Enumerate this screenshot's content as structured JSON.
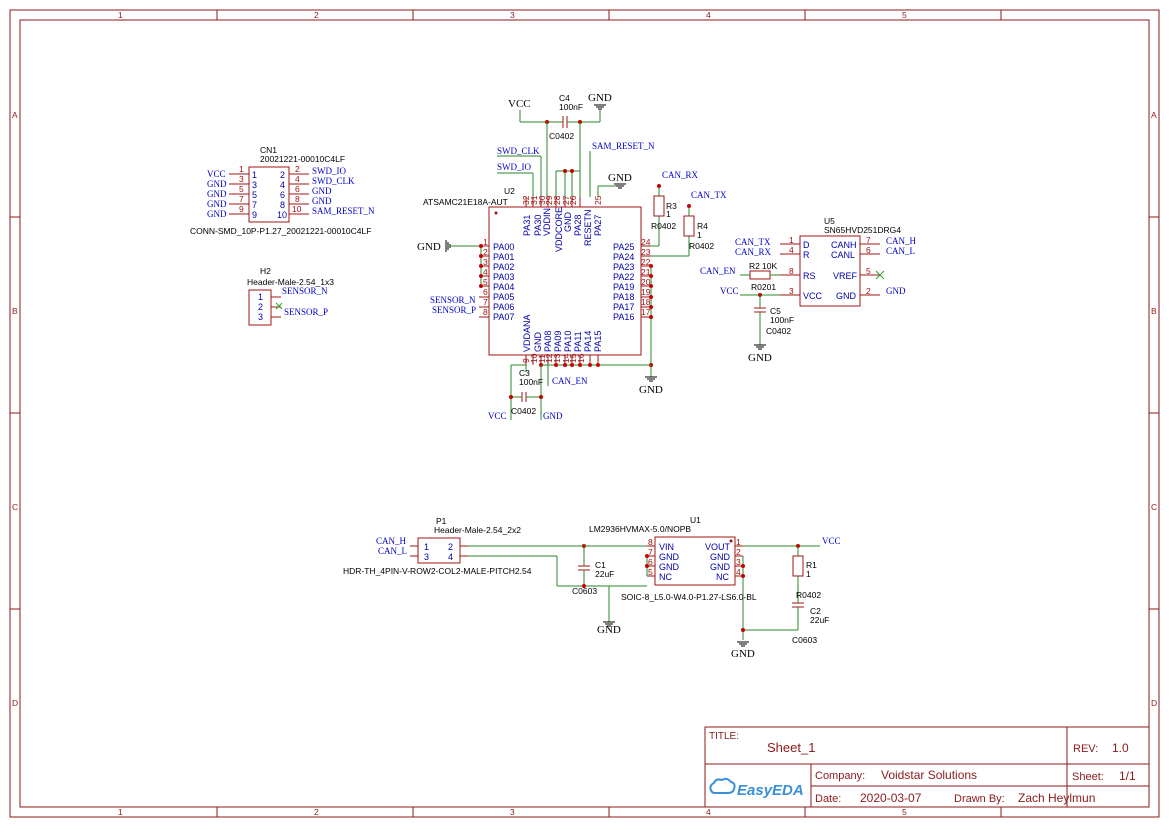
{
  "zones": {
    "columns": [
      "1",
      "2",
      "3",
      "4",
      "5"
    ],
    "rows": [
      "A",
      "B",
      "C",
      "D"
    ]
  },
  "title_block": {
    "title_label": "TITLE:",
    "title": "Sheet_1",
    "rev_label": "REV:",
    "rev": "1.0",
    "company_label": "Company:",
    "company": "Voidstar Solutions",
    "sheet_label": "Sheet:",
    "sheet": "1/1",
    "date_label": "Date:",
    "date": "2020-03-07",
    "drawn_label": "Drawn By:",
    "drawn_by": "Zach Heylmun",
    "logo": "EasyEDA"
  },
  "cn1": {
    "ref": "CN1",
    "value": "20021221-00010C4LF",
    "footprint": "CONN-SMD_10P-P1.27_20021221-00010C4LF",
    "left_nets": [
      "VCC",
      "GND",
      "GND",
      "GND",
      "GND"
    ],
    "left_pins": [
      "1",
      "3",
      "5",
      "7",
      "9"
    ],
    "right_pins": [
      "2",
      "4",
      "6",
      "8",
      "10"
    ],
    "right_nets": [
      "SWD_IO",
      "SWD_CLK",
      "GND",
      "GND",
      "SAM_RESET_N"
    ]
  },
  "h2": {
    "ref": "H2",
    "value": "Header-Male-2.54_1x3",
    "pins": [
      "1",
      "2",
      "3"
    ],
    "nets": [
      "SENSOR_N",
      "SENSOR_P"
    ]
  },
  "u2": {
    "ref": "U2",
    "value": "ATSAMC21E18A-AUT",
    "left_pins": [
      {
        "num": "1",
        "name": "PA00"
      },
      {
        "num": "2",
        "name": "PA01"
      },
      {
        "num": "3",
        "name": "PA02"
      },
      {
        "num": "4",
        "name": "PA03"
      },
      {
        "num": "5",
        "name": "PA04"
      },
      {
        "num": "6",
        "name": "PA05"
      },
      {
        "num": "7",
        "name": "PA06"
      },
      {
        "num": "8",
        "name": "PA07"
      }
    ],
    "right_pins": [
      {
        "num": "24",
        "name": "PA25"
      },
      {
        "num": "23",
        "name": "PA24"
      },
      {
        "num": "22",
        "name": "PA23"
      },
      {
        "num": "21",
        "name": "PA22"
      },
      {
        "num": "20",
        "name": "PA19"
      },
      {
        "num": "19",
        "name": "PA18"
      },
      {
        "num": "18",
        "name": "PA17"
      },
      {
        "num": "17",
        "name": "PA16"
      }
    ],
    "top_pins": [
      {
        "num": "32",
        "name": "PA31"
      },
      {
        "num": "31",
        "name": "PA30"
      },
      {
        "num": "30",
        "name": "VDDIN"
      },
      {
        "num": "29",
        "name": "VDDCORE"
      },
      {
        "num": "28",
        "name": "GND"
      },
      {
        "num": "27",
        "name": "PA28"
      },
      {
        "num": "26",
        "name": "RESETN"
      },
      {
        "num": "25",
        "name": "PA27"
      }
    ],
    "bottom_pins": [
      {
        "num": "9",
        "name": "VDDANA"
      },
      {
        "num": "10",
        "name": "GND"
      },
      {
        "num": "11",
        "name": "PA08"
      },
      {
        "num": "12",
        "name": "PA09"
      },
      {
        "num": "13",
        "name": "PA10"
      },
      {
        "num": "14",
        "name": "PA11"
      },
      {
        "num": "15",
        "name": "PA14"
      },
      {
        "num": "16",
        "name": "PA15"
      }
    ],
    "nets": {
      "swd_clk": "SWD_CLK",
      "swd_io": "SWD_IO",
      "sam_reset": "SAM_RESET_N",
      "gnd_left": "GND",
      "gnd_top": "GND",
      "gnd_bottom": "GND",
      "sensor_n": "SENSOR_N",
      "sensor_p": "SENSOR_P",
      "can_rx": "CAN_RX",
      "can_tx": "CAN_TX",
      "can_en": "CAN_EN",
      "vcc_c3": "VCC",
      "gnd_c3": "GND"
    }
  },
  "c4": {
    "ref": "C4",
    "value": "100nF",
    "footprint": "C0402",
    "vcc": "VCC",
    "gnd": "GND"
  },
  "c3": {
    "ref": "C3",
    "value": "100nF",
    "footprint": "C0402"
  },
  "r3": {
    "ref": "R3",
    "value": "1",
    "footprint": "R0402"
  },
  "r4": {
    "ref": "R4",
    "value": "1",
    "footprint": "R0402"
  },
  "u5": {
    "ref": "U5",
    "value": "SN65HVD251DRG4",
    "left_pins": [
      {
        "num": "1",
        "name": "D"
      },
      {
        "num": "4",
        "name": "R"
      },
      {
        "num": "8",
        "name": "RS"
      },
      {
        "num": "3",
        "name": "VCC"
      }
    ],
    "right_pins": [
      {
        "num": "7",
        "name": "CANH"
      },
      {
        "num": "6",
        "name": "CANL"
      },
      {
        "num": "5",
        "name": "VREF"
      },
      {
        "num": "2",
        "name": "GND"
      }
    ],
    "nets": {
      "d": "CAN_TX",
      "r": "CAN_RX",
      "rs": "CAN_EN",
      "vcc": "VCC",
      "canh": "CAN_H",
      "canl": "CAN_L",
      "gnd": "GND",
      "gnd_c5": "GND"
    }
  },
  "r2": {
    "ref": "R2",
    "value": "10K",
    "footprint": "R0201"
  },
  "c5": {
    "ref": "C5",
    "value": "100nF",
    "footprint": "C0402"
  },
  "p1": {
    "ref": "P1",
    "value": "Header-Male-2.54_2x2",
    "footprint": "HDR-TH_4PIN-V-ROW2-COL2-MALE-PITCH2.54",
    "pins": [
      "1",
      "2",
      "3",
      "4"
    ],
    "nets": [
      "CAN_H",
      "CAN_L"
    ]
  },
  "u1": {
    "ref": "U1",
    "value": "LM2936HVMAX-5.0/NOPB",
    "footprint": "SOIC-8_L5.0-W4.0-P1.27-LS6.0-BL",
    "left_pins": [
      {
        "num": "8",
        "name": "VIN"
      },
      {
        "num": "7",
        "name": "GND"
      },
      {
        "num": "6",
        "name": "GND"
      },
      {
        "num": "5",
        "name": "NC"
      }
    ],
    "right_pins": [
      {
        "num": "1",
        "name": "VOUT"
      },
      {
        "num": "2",
        "name": "GND"
      },
      {
        "num": "3",
        "name": "GND"
      },
      {
        "num": "4",
        "name": "NC"
      }
    ],
    "nets": {
      "vcc": "VCC",
      "gnd_left": "GND",
      "gnd_right": "GND"
    }
  },
  "c1": {
    "ref": "C1",
    "value": "22uF",
    "footprint": "C0603"
  },
  "c2": {
    "ref": "C2",
    "value": "22uF",
    "footprint": "C0603"
  },
  "r1": {
    "ref": "R1",
    "value": "1",
    "footprint": "R0402"
  }
}
